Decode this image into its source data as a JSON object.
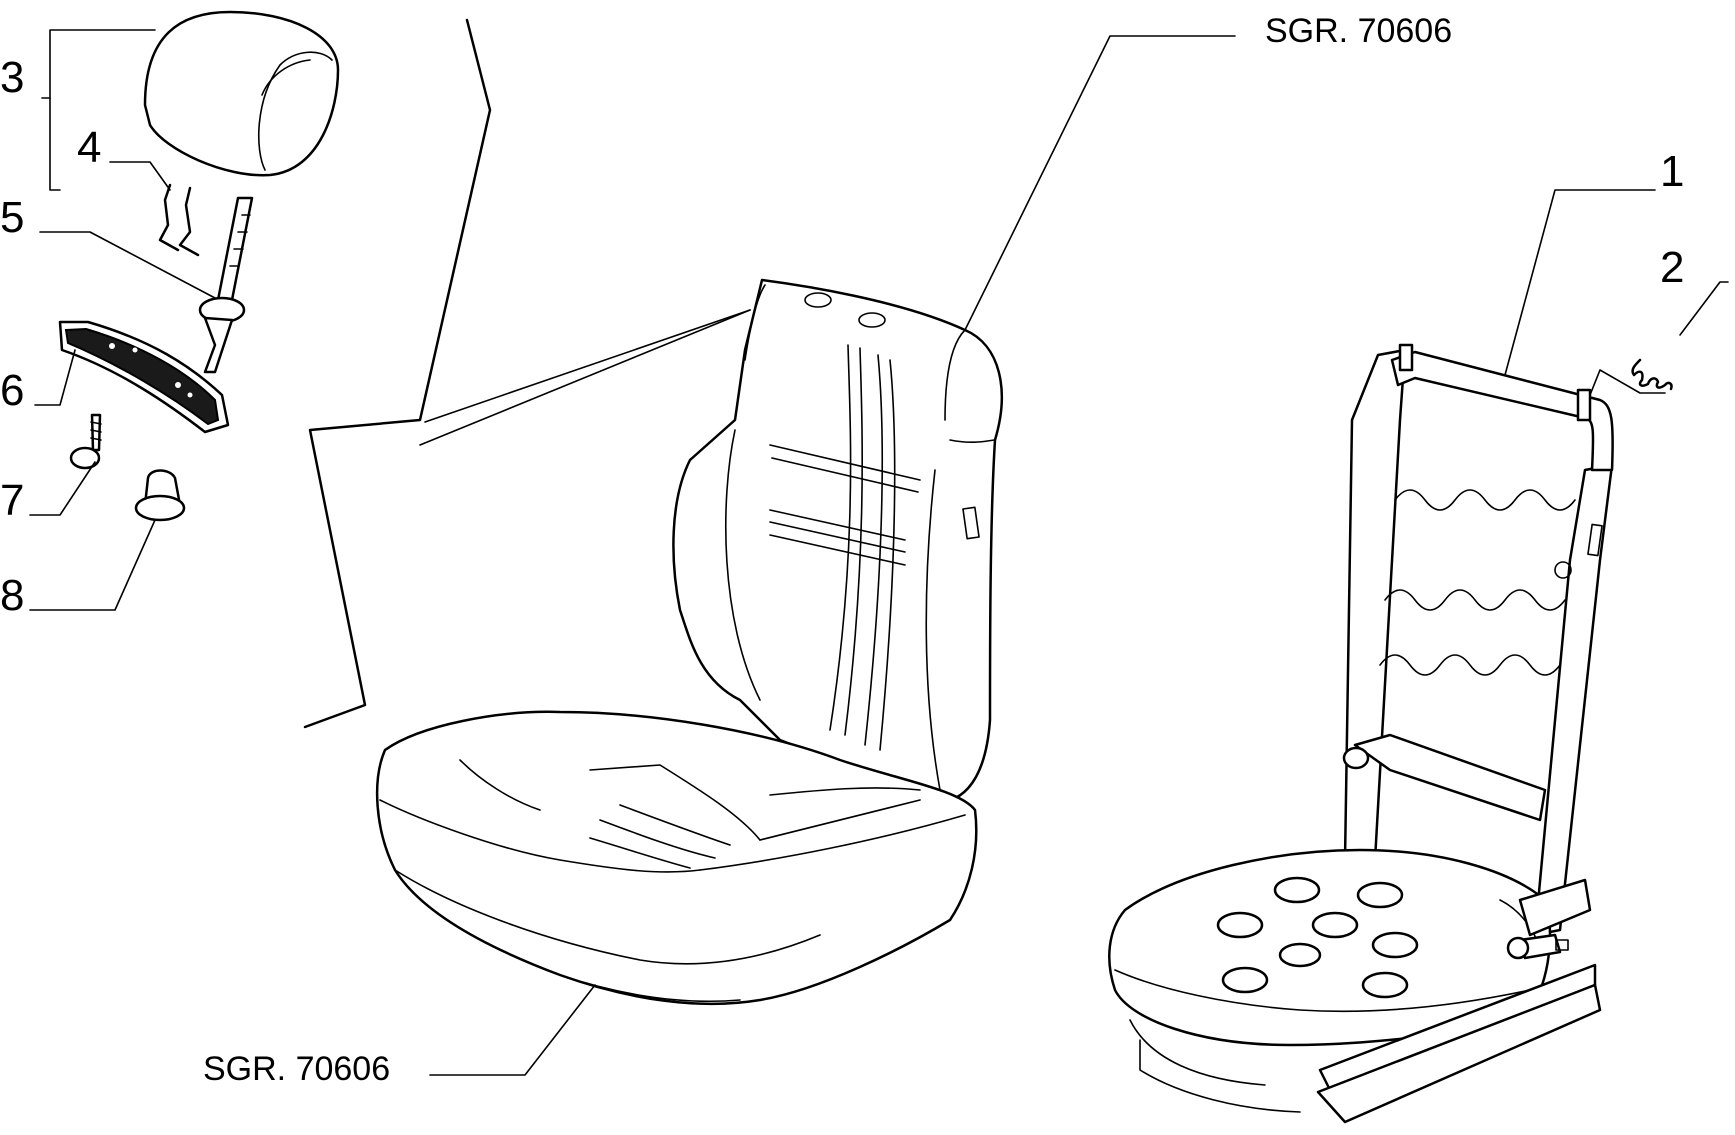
{
  "diagram": {
    "part_labels": [
      "1",
      "2",
      "3",
      "4",
      "5",
      "6",
      "7",
      "8"
    ],
    "ref_top": "SGR. 70606",
    "ref_bottom": "SGR. 70606"
  },
  "colors": {
    "ink": "#000000",
    "paper": "#ffffff"
  }
}
